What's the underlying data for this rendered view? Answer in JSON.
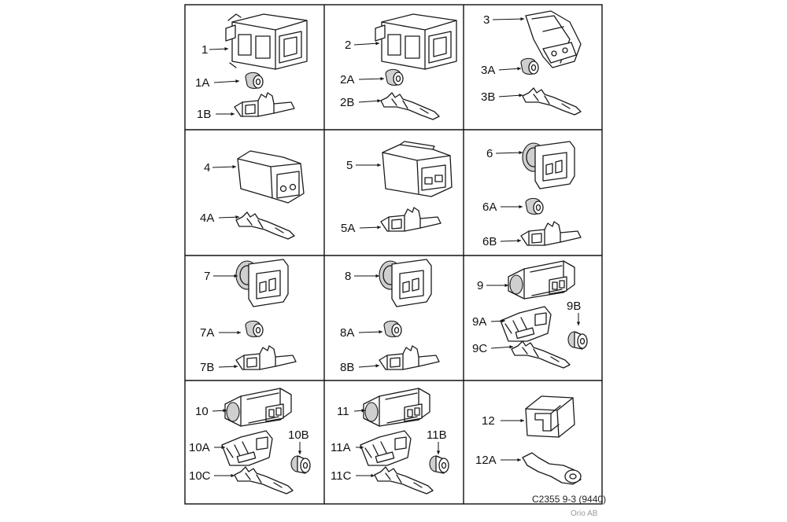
{
  "cells": [
    {
      "labels": [
        "1",
        "1A",
        "1B"
      ]
    },
    {
      "labels": [
        "2",
        "2A",
        "2B"
      ]
    },
    {
      "labels": [
        "3",
        "3A",
        "3B"
      ]
    },
    {
      "labels": [
        "4",
        "4A"
      ]
    },
    {
      "labels": [
        "5",
        "5A"
      ]
    },
    {
      "labels": [
        "6",
        "6A",
        "6B"
      ]
    },
    {
      "labels": [
        "7",
        "7A",
        "7B"
      ]
    },
    {
      "labels": [
        "8",
        "8A",
        "8B"
      ]
    },
    {
      "labels": [
        "9",
        "9A",
        "9B",
        "9C"
      ]
    },
    {
      "labels": [
        "10",
        "10A",
        "10B",
        "10C"
      ]
    },
    {
      "labels": [
        "11",
        "11A",
        "11B",
        "11C"
      ]
    },
    {
      "labels": [
        "12",
        "12A"
      ]
    }
  ],
  "footer": {
    "code": "C2355 9-3 (9440)",
    "copyright": "Orio AB"
  }
}
